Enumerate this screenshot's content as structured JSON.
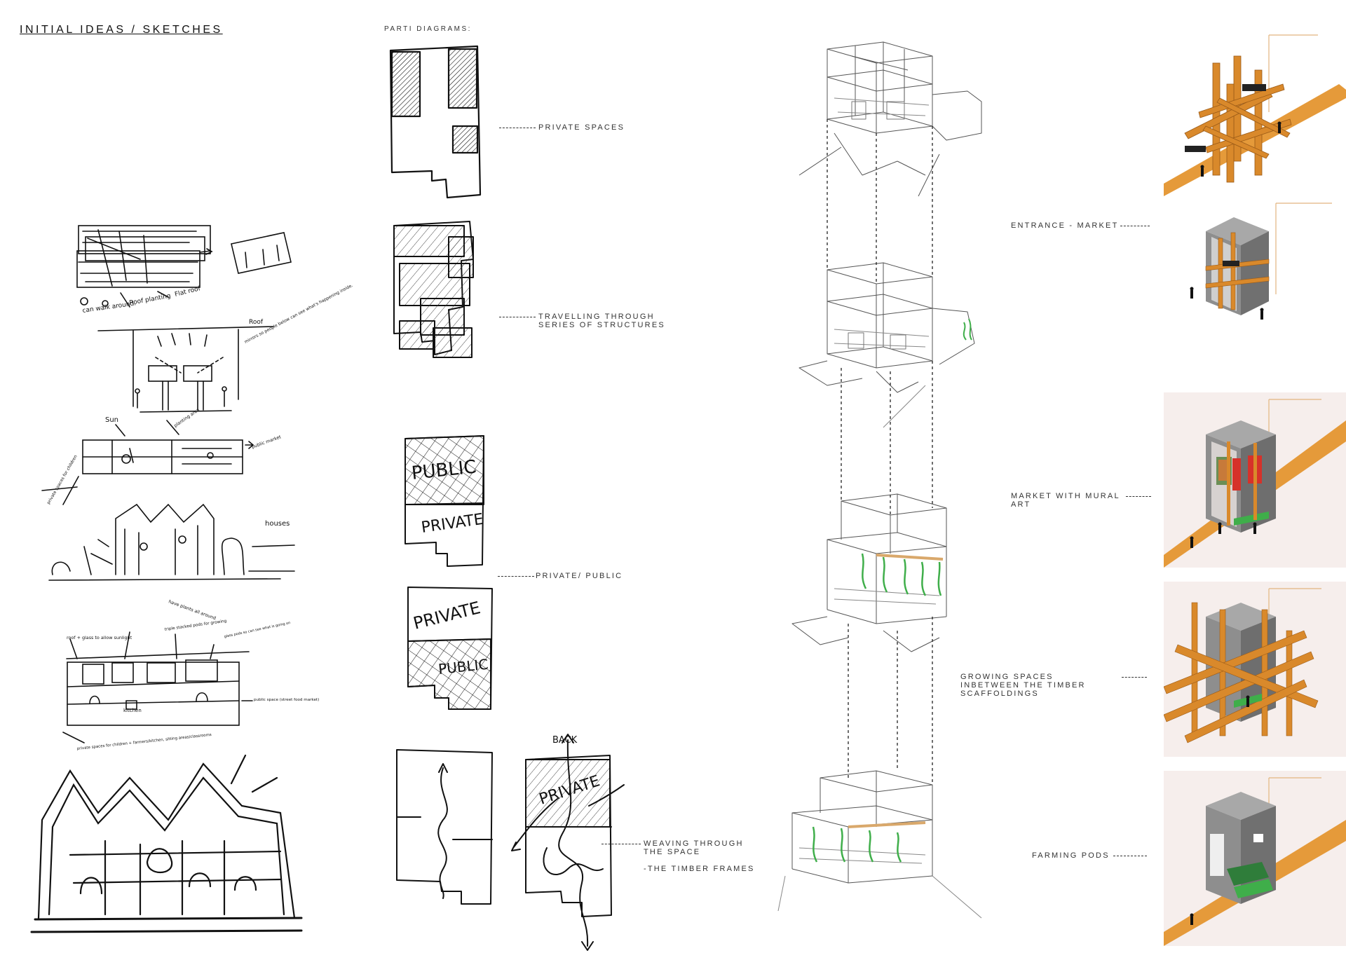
{
  "title": "INITIAL IDEAS / SKETCHES",
  "subtitle": "PARTI DIAGRAMS:",
  "parti_labels": {
    "private_spaces": "PRIVATE SPACES",
    "travelling": "TRAVELLING THROUGH SERIES OF STRUCTURES",
    "private_public": "PRIVATE/ PUBLIC",
    "weaving": "WEAVING THROUGH THE SPACE",
    "timber_frames": "-THE TIMBER FRAMES"
  },
  "stamp_words": {
    "public_1": "PUBLIC",
    "private_1": "PRIVATE",
    "private_2": "PRIVATE",
    "public_2": "PUBLIC",
    "private_3": "PRIVATE",
    "back": "BACK"
  },
  "sketch_notes": {
    "n1": "can walk around.",
    "n2": "Roof planting",
    "n3": "Flat roof",
    "n4": "Roof",
    "n5": "mirrors so people below can see what's happening inside.",
    "n6": "Sun",
    "n7": "planting area",
    "n8": "public market",
    "n9": "private spaces for children",
    "n10": "houses",
    "n11": "have plants all around",
    "n12": "roof + glass to allow sunlight",
    "n13": "triple stacked pods for growing",
    "n14": "glass pods so can see what is going on",
    "n15": "public space (street food market)",
    "n16": "private spaces for children + farmers/kitchen, sitting areas/classrooms",
    "n17": "kitchen"
  },
  "stages": [
    {
      "label": "ENTRANCE - MARKET"
    },
    {
      "label": "MARKET WITH MURAL ART"
    },
    {
      "label": "GROWING SPACES INBETWEEN THE TIMBER SCAFFOLDINGS"
    },
    {
      "label": "FARMING PODS"
    }
  ],
  "colors": {
    "timber": "#D9892B",
    "path": "#E59A3A",
    "pod_grey": "#8E8E8E",
    "plant_green": "#3FAE4A",
    "mural_red": "#D6312A"
  }
}
